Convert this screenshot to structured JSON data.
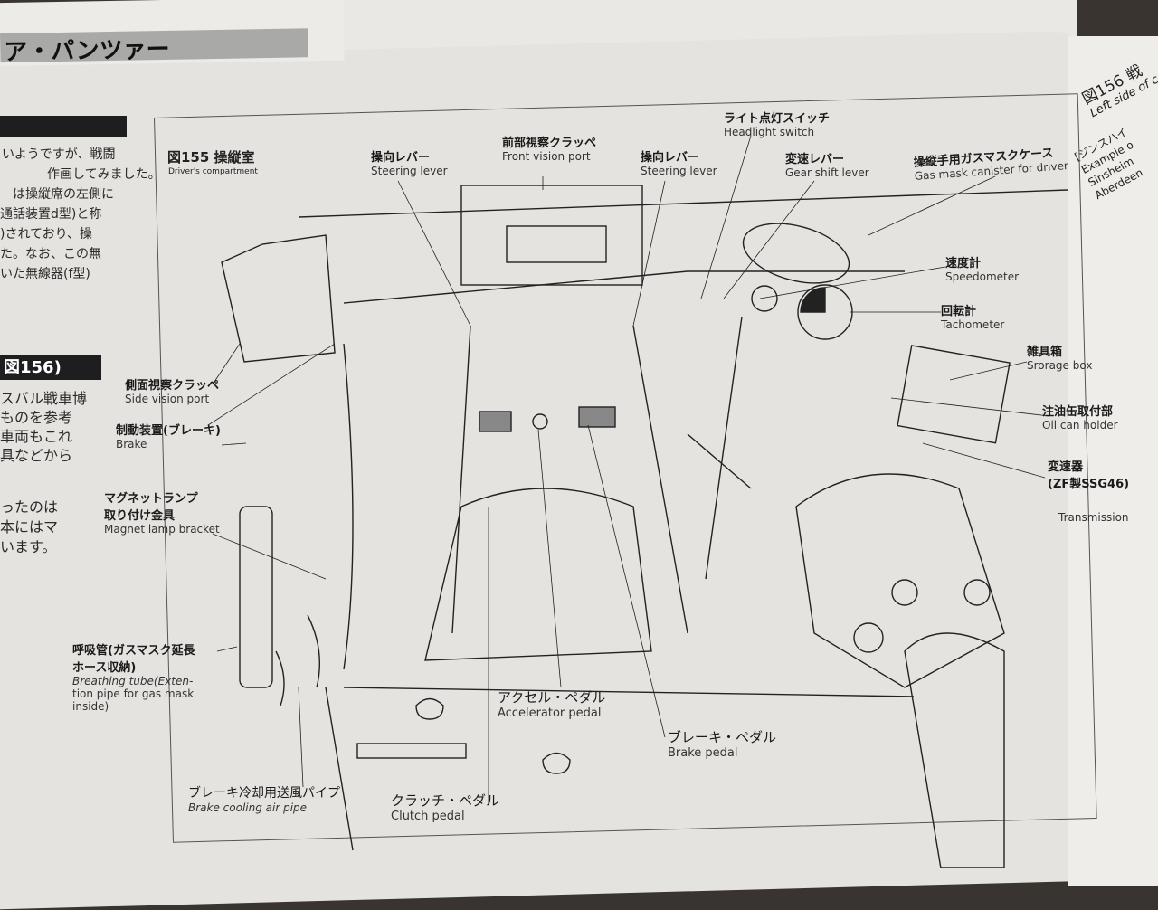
{
  "back_sheet": {
    "heading": "ア・パンツァー"
  },
  "left_page": {
    "paragraph1": [
      "いようですが、戦闘",
      "作画してみました。",
      "は操縦席の左側に",
      "通話装置d型)と称",
      ")されており、操",
      "た。なお、この無",
      "いた無線器(f型)"
    ],
    "section_heading": "図156)",
    "paragraph2": [
      "スバル戦車博",
      "ものを参考",
      "車両もこれ",
      "具などから"
    ],
    "paragraph3": [
      "ったのは",
      "本にはマ",
      "います。"
    ]
  },
  "figure": {
    "title": "図155 操縦室",
    "subtitle": "Driver's compartment",
    "labels": [
      {
        "jp": "操向レバー",
        "en": "Steering lever"
      },
      {
        "jp": "前部視察クラッペ",
        "en": "Front vision port"
      },
      {
        "jp": "操向レバー",
        "en": "Steering lever"
      },
      {
        "jp": "ライト点灯スイッチ",
        "en": "Headlight switch"
      },
      {
        "jp": "変速レバー",
        "en": "Gear shift lever"
      },
      {
        "jp": "操縦手用ガスマスクケース",
        "en": "Gas mask canister for driver"
      },
      {
        "jp": "速度計",
        "en": "Speedometer"
      },
      {
        "jp": "回転計",
        "en": "Tachometer"
      },
      {
        "jp": "雑具箱",
        "en": "Srorage box"
      },
      {
        "jp": "注油缶取付部",
        "en": "Oil can holder"
      },
      {
        "jp": "変速器",
        "jp2": "(ZF製SSG46)",
        "en": "Transmission"
      },
      {
        "jp": "側面視察クラッペ",
        "en": "Side vision port"
      },
      {
        "jp": "制動装置(ブレーキ)",
        "en": "Brake"
      },
      {
        "jp": "マグネットランプ",
        "jp2": "取り付け金具",
        "en": "Magnet lamp bracket"
      },
      {
        "jp": "呼吸管(ガスマスク延長",
        "jp2": "ホース収納)",
        "en": "Breathing tube(Exten-",
        "en2": "tion pipe for gas mask",
        "en3": "inside)"
      },
      {
        "jp": "ブレーキ冷却用送風パイプ",
        "en": "Brake cooling air pipe"
      },
      {
        "jp": "クラッチ・ペダル",
        "en": "Clutch pedal"
      },
      {
        "jp": "アクセル・ペダル",
        "en": "Accelerator pedal"
      },
      {
        "jp": "ブレーキ・ペダル",
        "en": "Brake pedal"
      }
    ]
  },
  "right_page": {
    "lines": [
      "図156 戦",
      "Left side of co",
      "[ジンスハイ",
      "Example o",
      "Sinsheim",
      "Aberdeen"
    ]
  }
}
